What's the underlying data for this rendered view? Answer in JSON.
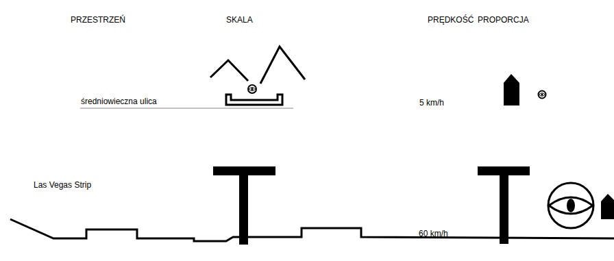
{
  "diagram": {
    "labels": [
      "PRZESTRZEŃ",
      "SKALA",
      "PRĘDKOŚĆ",
      "PROPORCJA",
      "średniowieczna ulica",
      "5 km/h",
      "Las Vegas Strip",
      "60 km/h"
    ]
  }
}
